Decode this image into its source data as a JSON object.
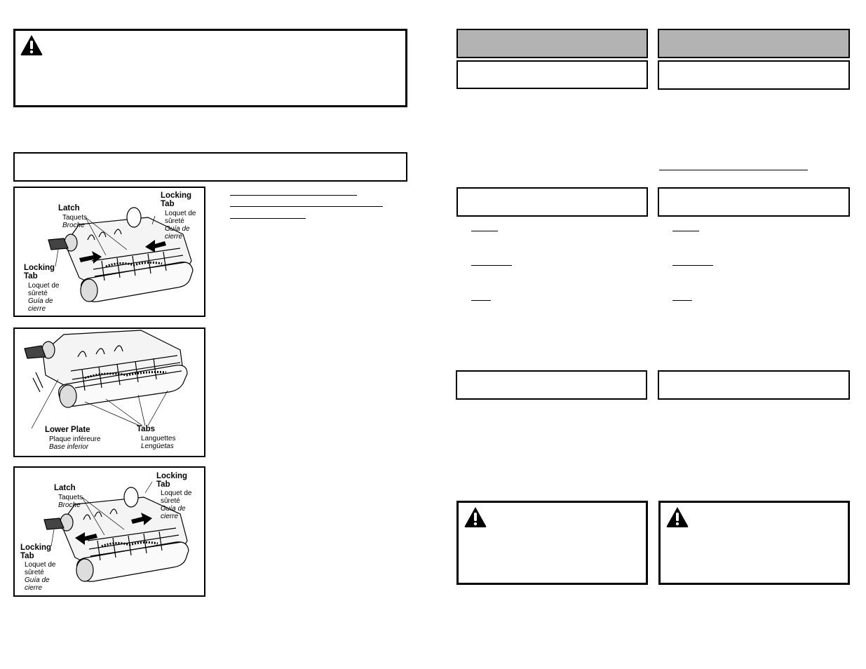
{
  "figure1": {
    "latch": "Latch",
    "latch_fr": "Taquets",
    "latch_es": "Broche",
    "locking_tab_right_1": "Locking",
    "locking_tab_right_2": "Tab",
    "loquet_right_1": "Loquet de",
    "loquet_right_2": "sûreté",
    "guia_right_1": "Guía de",
    "guia_right_2": "cierre",
    "locking_tab_left_1": "Locking",
    "locking_tab_left_2": "Tab",
    "loquet_left_1": "Loquet de",
    "loquet_left_2": "sûreté",
    "guia_left_1": "Guía de",
    "guia_left_2": "cierre"
  },
  "figure2": {
    "lower_plate": "Lower Plate",
    "lower_plate_fr": "Plaque inféreure",
    "lower_plate_es": "Base inferior",
    "tabs": "Tabs",
    "tabs_fr": "Languettes",
    "tabs_es": "Lengüetas"
  },
  "figure3": {
    "latch": "Latch",
    "latch_fr": "Taquets",
    "latch_es": "Broche",
    "locking_tab_right_1": "Locking",
    "locking_tab_right_2": "Tab",
    "loquet_right_1": "Loquet de",
    "loquet_right_2": "sûreté",
    "guia_right_1": "Guía de",
    "guia_right_2": "cierre",
    "locking_tab_left_1": "Locking",
    "locking_tab_left_2": "Tab",
    "loquet_left_1": "Loquet de",
    "loquet_left_2": "sûreté",
    "guia_left_1": "Guía de",
    "guia_left_2": "cierre"
  },
  "icons": {
    "warning": "warning-triangle-icon"
  },
  "colors": {
    "header_gray": "#b3b3b3",
    "ink": "#000000"
  }
}
